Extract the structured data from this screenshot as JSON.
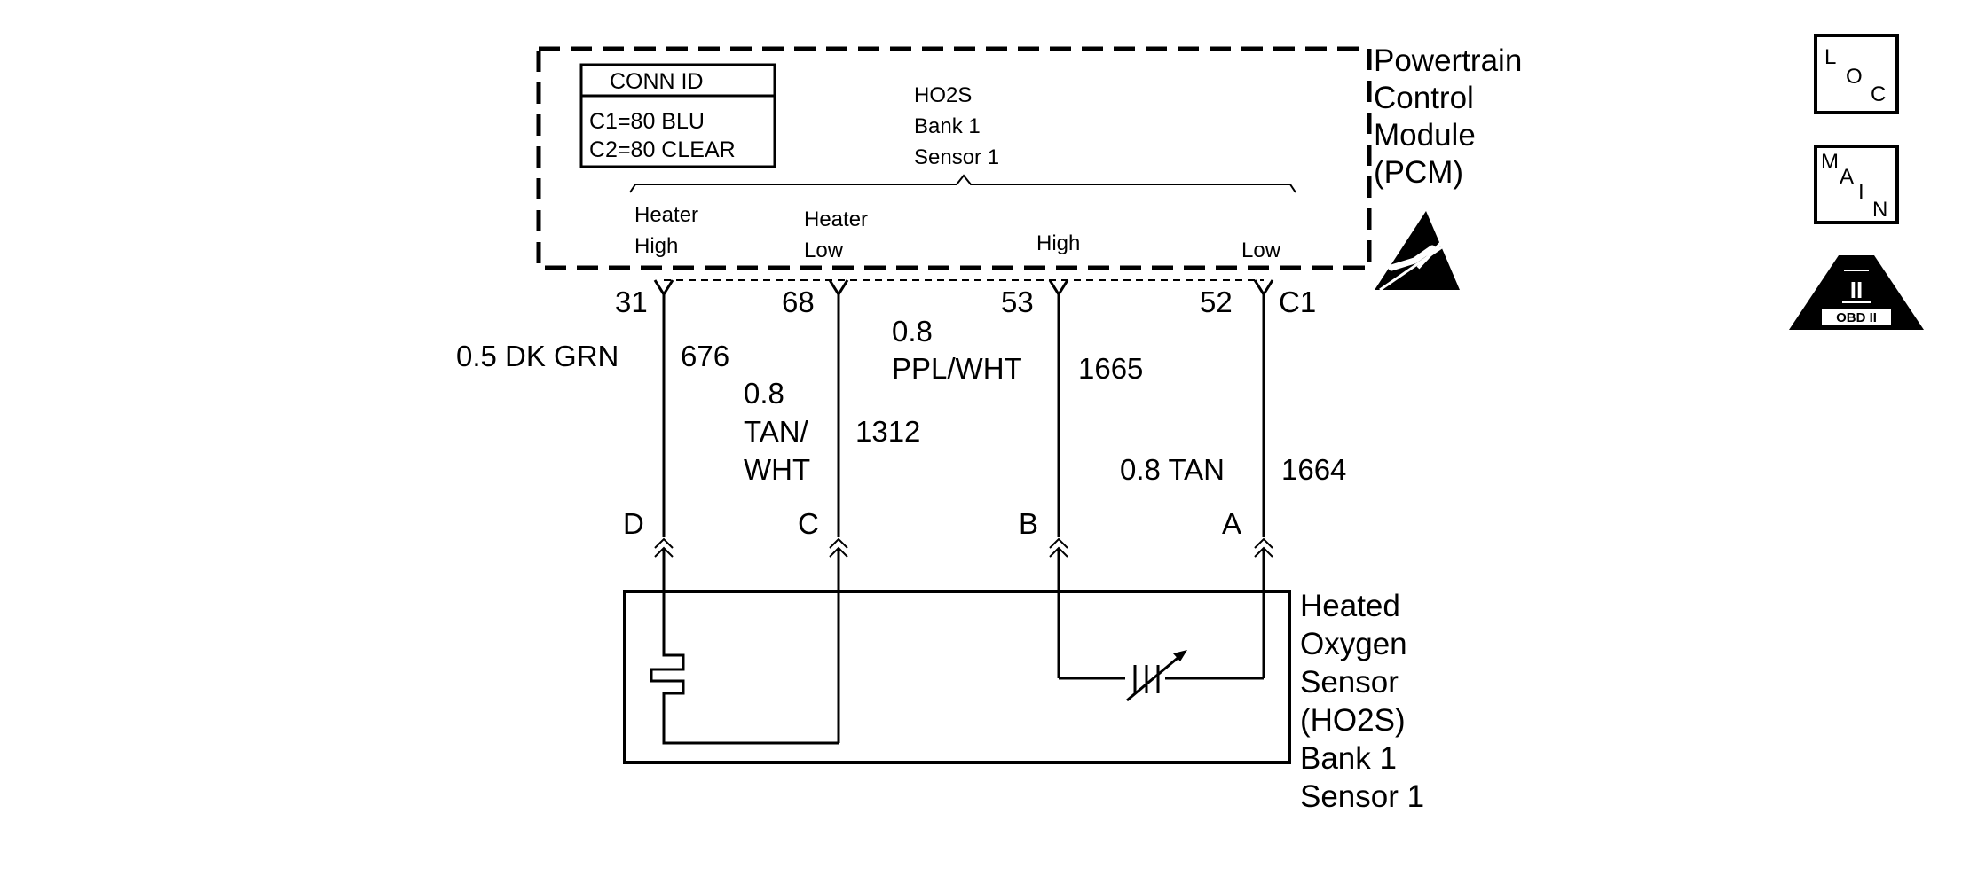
{
  "pcm": {
    "name_lines": [
      "Powertrain",
      "Control",
      "Module",
      "(PCM)"
    ],
    "connector": "C1"
  },
  "conn_id": {
    "title": "CONN ID",
    "lines": [
      "C1=80 BLU",
      "C2=80 CLEAR"
    ]
  },
  "circuit_group": [
    "HO2S",
    "Bank 1",
    "Sensor 1"
  ],
  "terminals": [
    {
      "label_lines": [
        "Heater",
        "High"
      ],
      "pin": "31",
      "sensor_pin": "D"
    },
    {
      "label_lines": [
        "Heater",
        "Low"
      ],
      "pin": "68",
      "sensor_pin": "C"
    },
    {
      "label_lines": [
        "High"
      ],
      "pin": "53",
      "sensor_pin": "B"
    },
    {
      "label_lines": [
        "Low"
      ],
      "pin": "52",
      "sensor_pin": "A"
    }
  ],
  "wires": [
    {
      "spec_lines": [
        "0.5 DK GRN"
      ],
      "circuit": "676"
    },
    {
      "spec_lines": [
        "0.8",
        "TAN/",
        "WHT"
      ],
      "circuit": "1312"
    },
    {
      "spec_lines": [
        "0.8",
        "PPL/WHT"
      ],
      "circuit": "1665"
    },
    {
      "spec_lines": [
        "0.8 TAN"
      ],
      "circuit": "1664"
    }
  ],
  "sensor": {
    "name_lines": [
      "Heated",
      "Oxygen",
      "Sensor",
      "(HO2S)",
      "Bank 1",
      "Sensor 1"
    ]
  },
  "icons": {
    "loc": {
      "name": "location-icon",
      "letters": [
        "L",
        "O",
        "C"
      ]
    },
    "main": {
      "name": "main-icon",
      "letters": [
        "M",
        "A",
        "I",
        "N"
      ]
    },
    "obd": {
      "name": "obd-ii-icon",
      "roman": "II",
      "text": "OBD II"
    },
    "esd": {
      "name": "esd-warning-icon"
    }
  }
}
